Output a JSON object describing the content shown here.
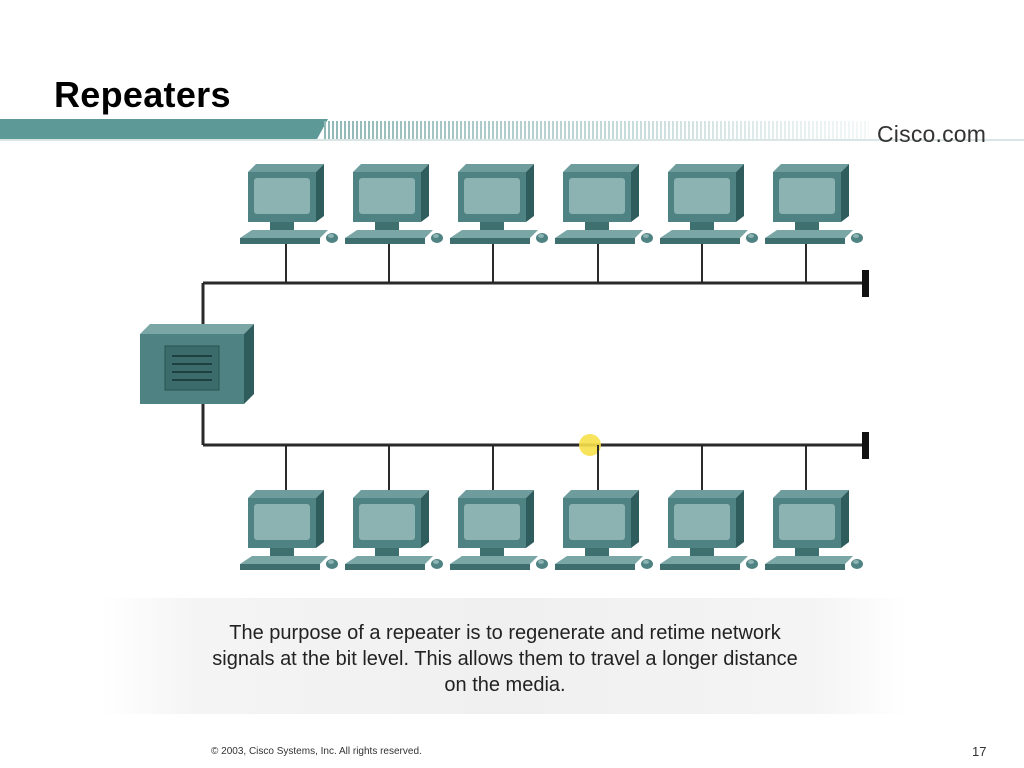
{
  "slide": {
    "title": "Repeaters",
    "logo": "Cisco.com",
    "caption_lines": [
      "The purpose of a repeater is to regenerate and retime network",
      "signals at the bit level. This allows them to travel a longer distance",
      "on the media."
    ],
    "footer": "© 2003, Cisco Systems, Inc. All rights reserved.",
    "page_number": "17"
  },
  "diagram": {
    "upper_segment_hosts": 6,
    "lower_segment_hosts": 6,
    "device": "repeater",
    "signal_marker_color": "#f7e04a",
    "colors": {
      "computer": "#4f8282",
      "screen": "#8cb2b2",
      "bus": "#2a2a2a",
      "banner_teal": "#5d9a97"
    }
  }
}
